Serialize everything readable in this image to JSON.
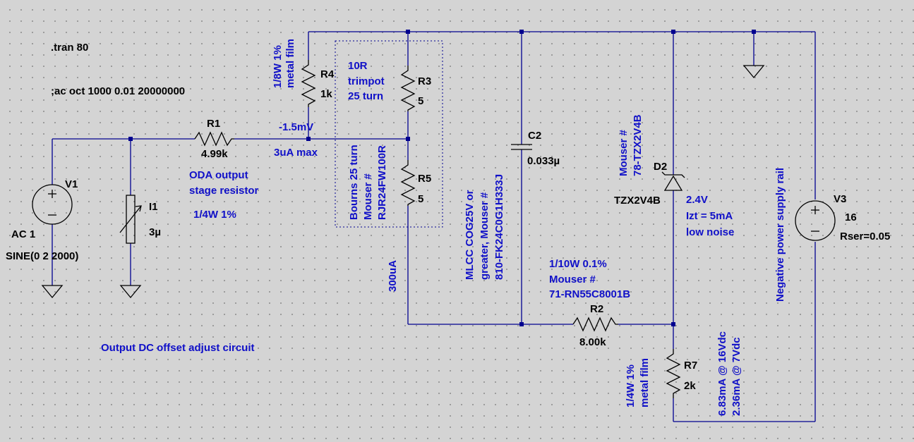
{
  "colors": {
    "background": "#d4d4d4",
    "wire": "#00008f",
    "component": "#000000",
    "comment": "#1010c8"
  },
  "directives": {
    "tran": ".tran 80",
    "ac": ";ac oct 1000 0.01 20000000"
  },
  "components": {
    "v1": {
      "name": "V1",
      "ac": "AC 1",
      "value": "SINE(0 2 2000)"
    },
    "i1": {
      "name": "I1",
      "value": "3µ"
    },
    "r1": {
      "name": "R1",
      "value": "4.99k"
    },
    "r4": {
      "name": "R4",
      "value": "1k"
    },
    "r3": {
      "name": "R3",
      "value": "5"
    },
    "r5": {
      "name": "R5",
      "value": "5"
    },
    "c2": {
      "name": "C2",
      "value": "0.033µ"
    },
    "r2": {
      "name": "R2",
      "value": "8.00k"
    },
    "d2": {
      "name": "D2",
      "value": "TZX2V4B"
    },
    "r7": {
      "name": "R7",
      "value": "2k"
    },
    "v3": {
      "name": "V3",
      "value": "16",
      "rser": "Rser=0.05"
    }
  },
  "notes": {
    "r4_spec": [
      "1/8W 1%",
      "metal film"
    ],
    "offset_voltage": "-1.5mV",
    "max_current": "3uA max",
    "oda": [
      "ODA output",
      "stage resistor"
    ],
    "r1_power": "1/4W 1%",
    "trimpot": [
      "10R",
      "trimpot",
      "25 turn"
    ],
    "bourns": [
      "Bourns 25 turn",
      "Mouser #",
      "RJR24FW100R"
    ],
    "current_300": "300uA",
    "mlcc": [
      "MLCC COG25V or",
      "greater, Mouser #",
      "810-FK24C0G1H333J"
    ],
    "d2_mouser": [
      "Mouser #",
      "78-TZX2V4B"
    ],
    "zener": [
      "2.4V",
      "Izt = 5mA",
      "low noise"
    ],
    "r2_spec": [
      "1/10W 0.1%",
      "Mouser #",
      "71-RN55C8001B"
    ],
    "rail": "Negative power supply rail",
    "r7_spec": [
      "1/4W 1%",
      "metal film"
    ],
    "r7_current": [
      "6.83mA @ 16Vdc",
      "2.36mA @ 7Vdc"
    ],
    "caption": "Output DC offset adjust circuit"
  },
  "icons": [
    "resistor-symbol",
    "capacitor-symbol",
    "zener-diode-symbol",
    "voltage-source-symbol",
    "current-source-symbol",
    "ground-symbol"
  ]
}
